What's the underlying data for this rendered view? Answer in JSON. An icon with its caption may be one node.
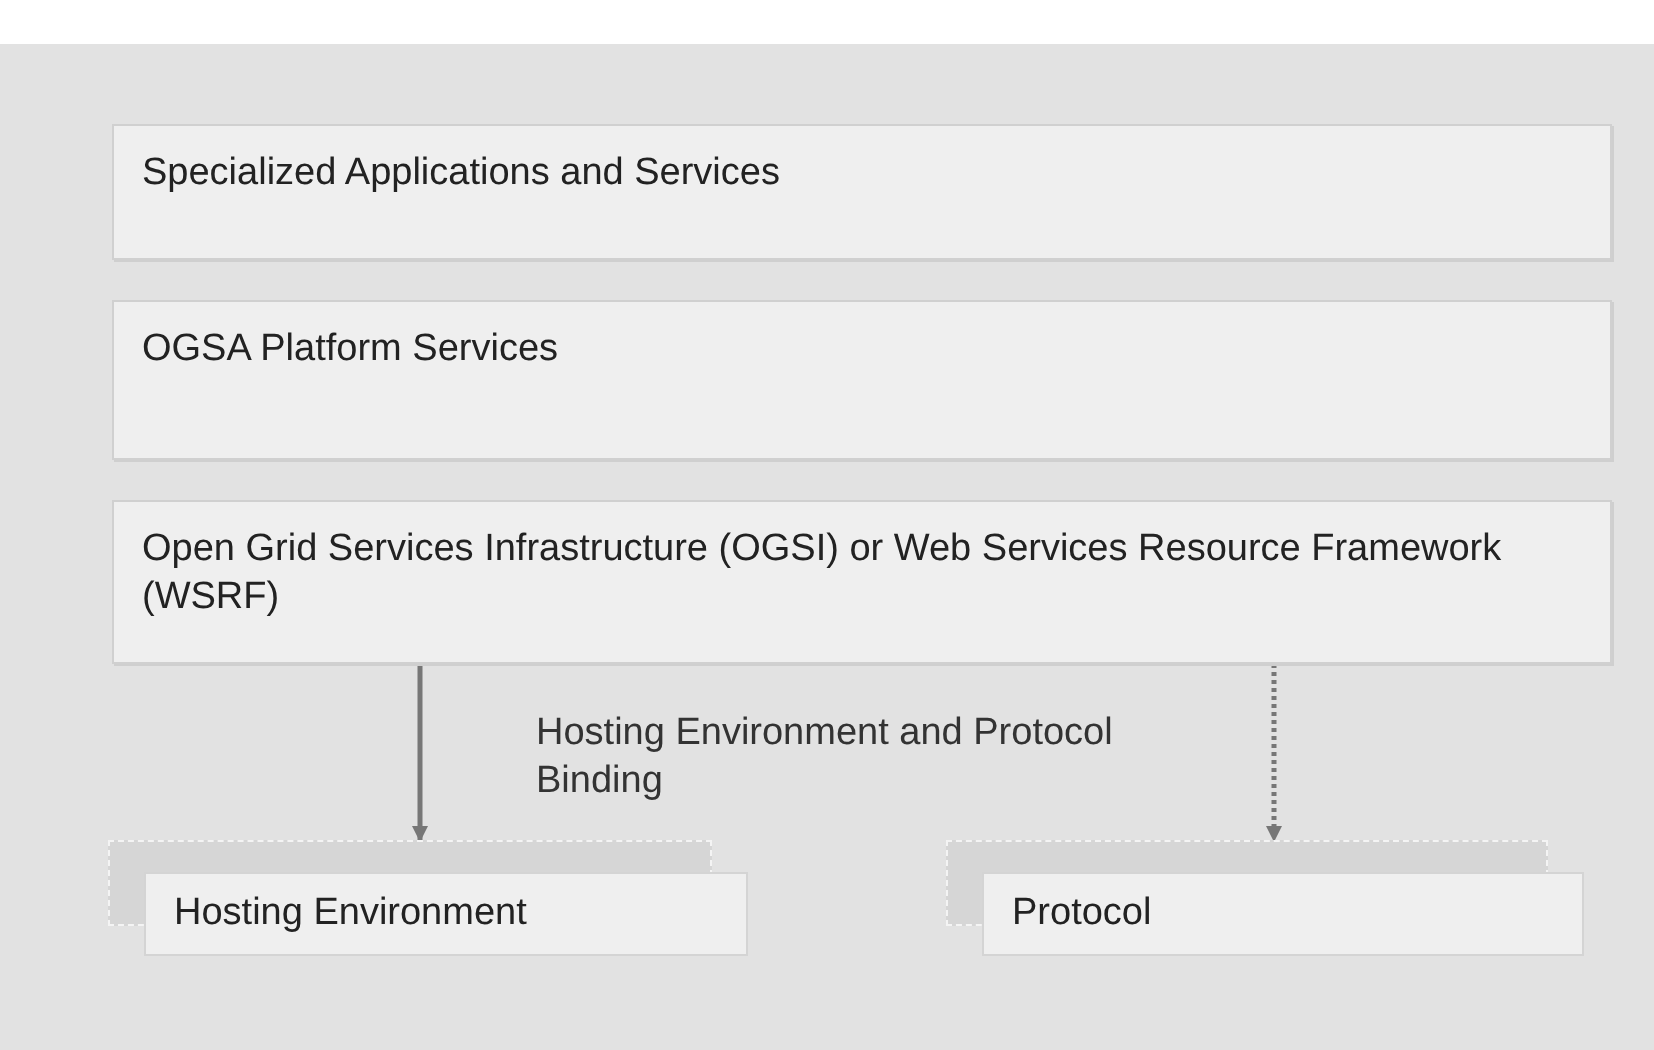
{
  "diagram": {
    "nodes": [
      {
        "text": [
          "Specialized Applications and Services"
        ]
      },
      {
        "text": [
          "OGSA Platform Services"
        ]
      },
      {
        "text": [
          "Open Grid Services Infrastructure (OGSI) or Web Services Resource Framework (WSRF)"
        ]
      },
      {
        "text": [
          "Hosting Environment"
        ]
      },
      {
        "text": [
          "Protocol"
        ]
      }
    ],
    "edges": [
      {
        "from": 2,
        "to": 3,
        "arrow": "to"
      },
      {
        "from": 2,
        "to": 4,
        "arrow": "to",
        "style": "dashed"
      }
    ],
    "labels": [
      "Hosting Environment and Protocol Binding"
    ]
  }
}
